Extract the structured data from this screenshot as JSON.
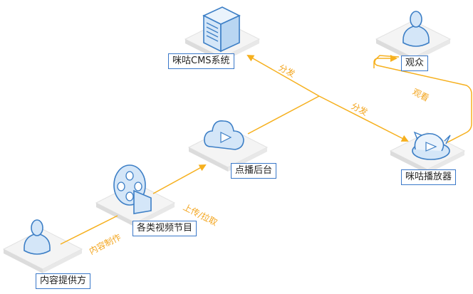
{
  "nodes": {
    "provider": "内容提供方",
    "programs": "各类视频节目",
    "vod": "点播后台",
    "cms": "咪咕CMS系统",
    "player": "咪咕播放器",
    "audience": "观众"
  },
  "flows": {
    "produce": "内容制作",
    "upload": "上传/拉取",
    "distribute_cms": "分发",
    "distribute_player": "分发",
    "watch": "观看"
  },
  "colors": {
    "flow": "#f6b01e",
    "label_border": "#3a78c9",
    "icon_fill": "#d4e6f8",
    "icon_stroke": "#3d7fc6",
    "pad_top": "#f4f4f4",
    "pad_side": "#dcdcdc"
  },
  "icons": {
    "provider": "person-icon",
    "programs": "film-reel-icon",
    "vod": "cloud-play-icon",
    "cms": "server-icon",
    "player": "player-icon",
    "audience": "person-icon"
  }
}
